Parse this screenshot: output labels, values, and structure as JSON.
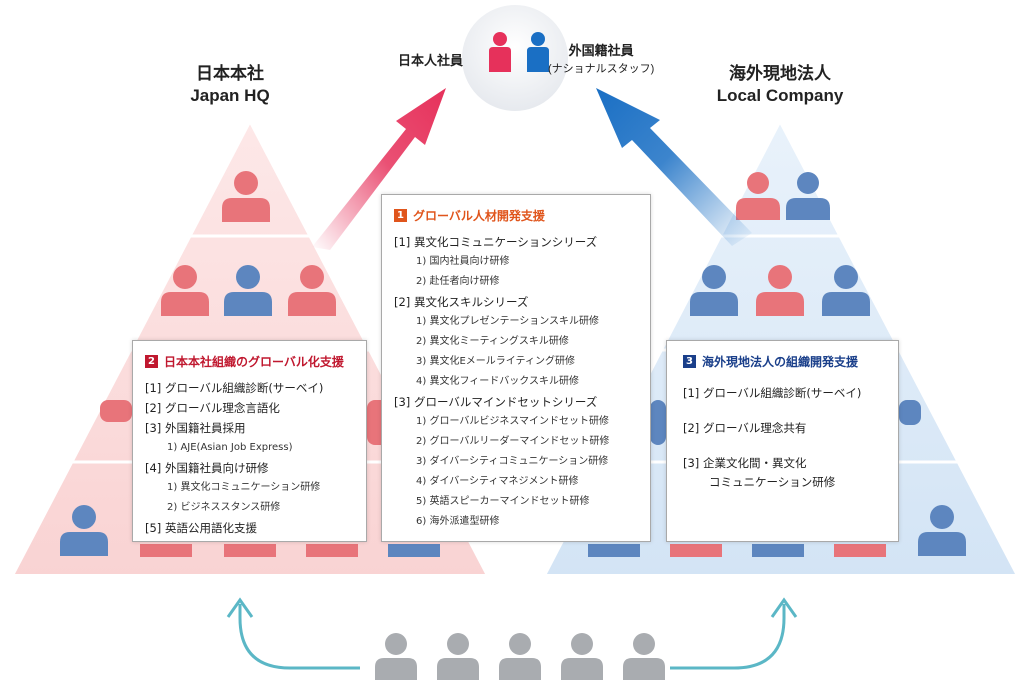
{
  "hq": {
    "title_jp": "日本本社",
    "title_en": "Japan HQ"
  },
  "local": {
    "title_jp": "海外現地法人",
    "title_en": "Local Company"
  },
  "top": {
    "jp_employees": "日本人社員",
    "foreign_employees": "外国籍社員",
    "foreign_note": "(ナショナルスタッフ)"
  },
  "colors": {
    "red": "#e8747a",
    "blue": "#5d86bf",
    "arrow_red": "#e6315b",
    "arrow_blue": "#1a6fc4",
    "teal": "#5bb7c6",
    "grey": "#a9acb0"
  },
  "box1": {
    "num": "1",
    "title": "グローバル人材開発支援",
    "items": [
      {
        "label": "[1] 異文化コミュニケーションシリーズ",
        "subs": [
          "1) 国内社員向け研修",
          "2) 赴任者向け研修"
        ]
      },
      {
        "label": "[2] 異文化スキルシリーズ",
        "subs": [
          "1) 異文化プレゼンテーションスキル研修",
          "2) 異文化ミーティングスキル研修",
          "3) 異文化Eメールライティング研修",
          "4) 異文化フィードバックスキル研修"
        ]
      },
      {
        "label": "[3] グローバルマインドセットシリーズ",
        "subs": [
          "1) グローバルビジネスマインドセット研修",
          "2) グローバルリーダーマインドセット研修",
          "3) ダイバーシティコミュニケーション研修",
          "4) ダイバーシティマネジメント研修",
          "5) 英語スピーカーマインドセット研修",
          "6) 海外派遣型研修"
        ]
      }
    ]
  },
  "box2": {
    "num": "2",
    "title": "日本本社組織のグローバル化支援",
    "items": [
      {
        "label": "[1] グローバル組織診断(サーベイ)",
        "subs": []
      },
      {
        "label": "[2] グローバル理念言語化",
        "subs": []
      },
      {
        "label": "[3] 外国籍社員採用",
        "subs": [
          "1) AJE(Asian Job Express)"
        ]
      },
      {
        "label": "[4] 外国籍社員向け研修",
        "subs": [
          "1) 異文化コミュニケーション研修",
          "2) ビジネススタンス研修"
        ]
      },
      {
        "label": "[5] 英語公用語化支援",
        "subs": []
      }
    ]
  },
  "box3": {
    "num": "3",
    "title": "海外現地法人の組織開発支援",
    "items": [
      {
        "label": "[1] グローバル組織診断(サーベイ)"
      },
      {
        "label": "[2] グローバル理念共有"
      },
      {
        "label": "[3] 企業文化間・異文化",
        "cont": "コミュニケーション研修"
      }
    ]
  }
}
